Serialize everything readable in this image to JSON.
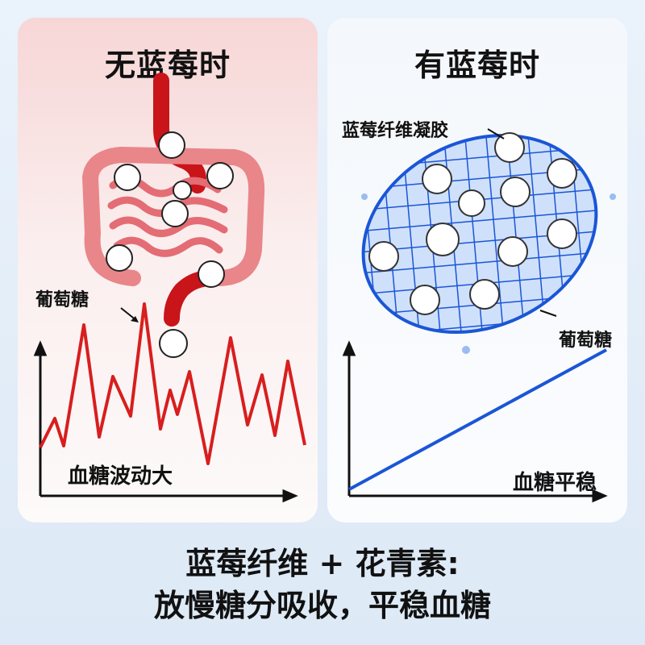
{
  "left_panel": {
    "title": "无蓝莓时",
    "glucose_label": "葡萄糖",
    "curve_label": "血糖波动大",
    "curve_color": "#d81e1e"
  },
  "right_panel": {
    "title": "有蓝莓时",
    "gel_label": "蓝莓纤维凝胶",
    "glucose_label": "葡萄糖",
    "curve_label": "血糖平稳",
    "curve_color": "#1a56d6"
  },
  "caption": {
    "line1": "蓝莓纤维 + 花青素:",
    "line2": "放慢糖分吸收，平稳血糖"
  }
}
